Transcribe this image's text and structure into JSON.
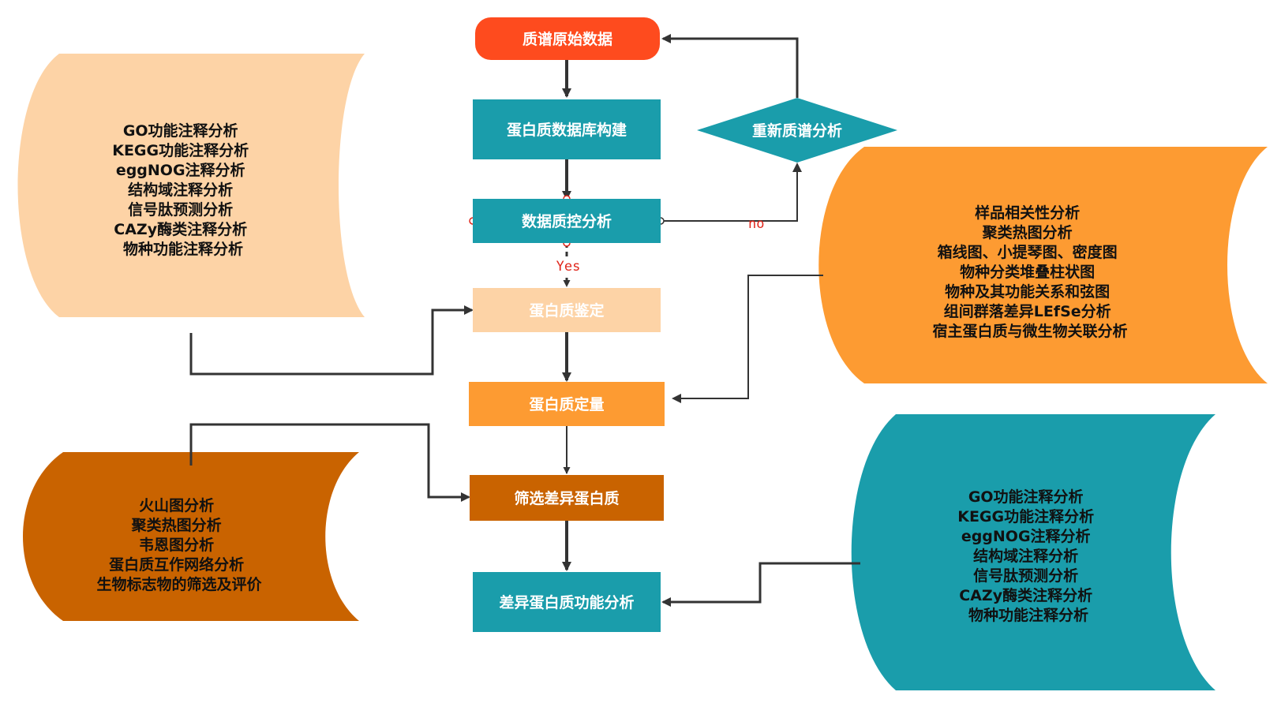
{
  "colors": {
    "red_orange": "#fe4b1e",
    "teal": "#1a9dab",
    "peach": "#fdd3a6",
    "orange": "#fd9b32",
    "brown": "#c96300",
    "arrow": "#333333",
    "label_red": "#e0261b"
  },
  "nodes": {
    "raw_data": "质谱原始数据",
    "db_build": "蛋白质数据库构建",
    "qc": "数据质控分析",
    "reanalysis": "重新质谱分析",
    "identification": "蛋白质鉴定",
    "quantification": "蛋白质定量",
    "diff_screen": "筛选差异蛋白质",
    "diff_function": "差异蛋白质功能分析"
  },
  "edge_labels": {
    "no": "no",
    "yes": "Yes"
  },
  "panels": {
    "identification_annotations": [
      "GO功能注释分析",
      "KEGG功能注释分析",
      "eggNOG注释分析",
      "结构域注释分析",
      "信号肽预测分析",
      "CAZy酶类注释分析",
      "物种功能注释分析"
    ],
    "quantification_analyses": [
      "样品相关性分析",
      "聚类热图分析",
      "箱线图、小提琴图、密度图",
      "物种分类堆叠柱状图",
      "物种及其功能关系和弦图",
      "组间群落差异LEfSe分析",
      "宿主蛋白质与微生物关联分析"
    ],
    "diff_screen_analyses": [
      "火山图分析",
      "聚类热图分析",
      "韦恩图分析",
      "蛋白质互作网络分析",
      "生物标志物的筛选及评价"
    ],
    "diff_function_annotations": [
      "GO功能注释分析",
      "KEGG功能注释分析",
      "eggNOG注释分析",
      "结构域注释分析",
      "信号肽预测分析",
      "CAZy酶类注释分析",
      "物种功能注释分析"
    ]
  }
}
